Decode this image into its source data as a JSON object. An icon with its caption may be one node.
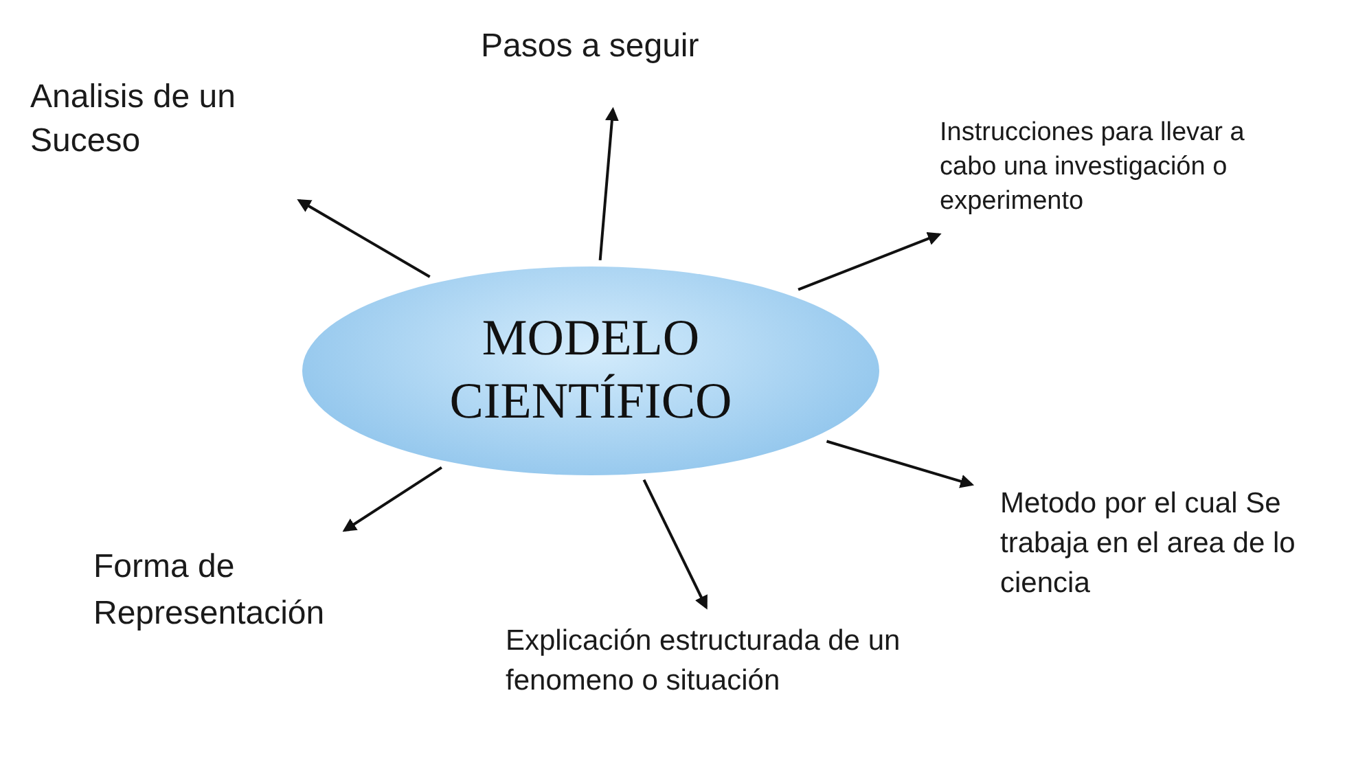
{
  "diagram": {
    "nodes": [
      {
        "text": [
          "MODELO CIENTÍFICO"
        ]
      },
      {
        "text": [
          "Analisis de un Suceso"
        ]
      },
      {
        "text": [
          "Pasos a seguir"
        ]
      },
      {
        "text": [
          "Instrucciones para llevar a cabo una investigación o experimento"
        ]
      },
      {
        "text": [
          "Metodo por el cual Se trabaja en el area de lo ciencia"
        ]
      },
      {
        "text": [
          "Explicación estructurada de un fenomeno o situación"
        ]
      },
      {
        "text": [
          "Forma de Representación"
        ]
      }
    ],
    "edges": [
      {
        "from": 0,
        "to": 1,
        "arrow": "to"
      },
      {
        "from": 0,
        "to": 2,
        "arrow": "to"
      },
      {
        "from": 0,
        "to": 3,
        "arrow": "to"
      },
      {
        "from": 0,
        "to": 4,
        "arrow": "to"
      },
      {
        "from": 0,
        "to": 5,
        "arrow": "to"
      },
      {
        "from": 0,
        "to": 6,
        "arrow": "to"
      }
    ]
  }
}
